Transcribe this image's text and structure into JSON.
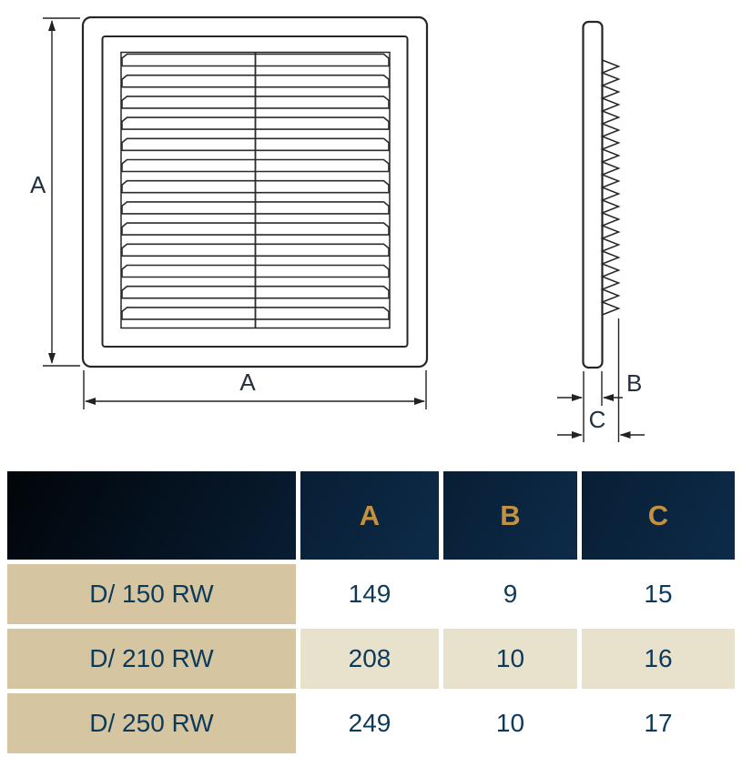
{
  "drawing": {
    "dim_height_label": "A",
    "dim_width_label": "A",
    "dim_b_label": "B",
    "dim_c_label": "C",
    "line_color": "#222222"
  },
  "table": {
    "columns": {
      "a": "A",
      "b": "B",
      "c": "C"
    },
    "rows": [
      {
        "model": "D/ 150 RW",
        "a": "149",
        "b": "9",
        "c": "15"
      },
      {
        "model": "D/ 210 RW",
        "a": "208",
        "b": "10",
        "c": "16"
      },
      {
        "model": "D/ 250 RW",
        "a": "249",
        "b": "10",
        "c": "17"
      }
    ],
    "colors": {
      "header_text": "#c3913f",
      "header_bg_start": "#010509",
      "header_bg_end": "#0d2b49",
      "label_cell_bg": "#d5c5a0",
      "alt_cell_bg": "#e8e1cb",
      "cell_text": "#0e3a5a"
    }
  }
}
